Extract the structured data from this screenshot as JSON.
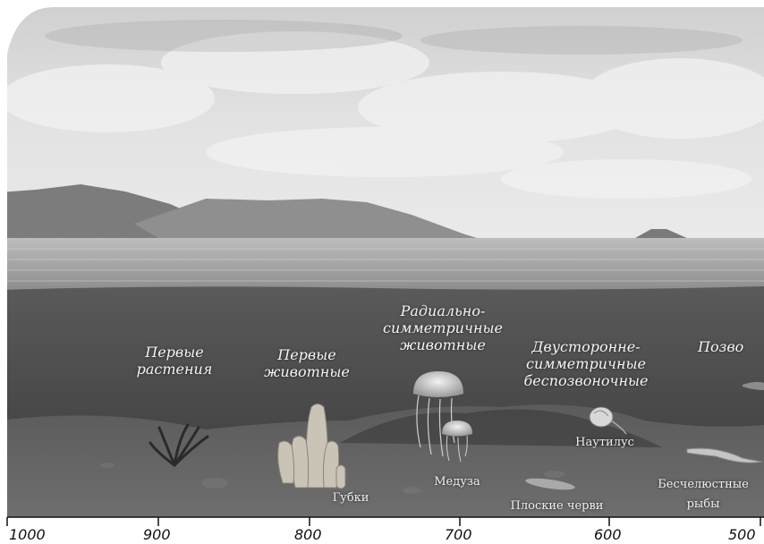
{
  "labels": {
    "first_plants": [
      "Первые",
      "растения"
    ],
    "first_animals": [
      "Первые",
      "животные"
    ],
    "radial": [
      "Радиально-",
      "симметричные",
      "животные"
    ],
    "bilateral": [
      "Двусторонне-",
      "симметричные",
      "беспозвоночные"
    ],
    "vertebrates": "Позво"
  },
  "species": {
    "nautilus": "Наутилус",
    "medusa": "Медуза",
    "sponges": "Губки",
    "flatworms": "Плоские черви",
    "jawless": [
      "Бесчелюстные",
      "рыбы"
    ]
  },
  "timeline": {
    "ticks": [
      "1000",
      "900",
      "800",
      "700",
      "600",
      "500"
    ]
  }
}
